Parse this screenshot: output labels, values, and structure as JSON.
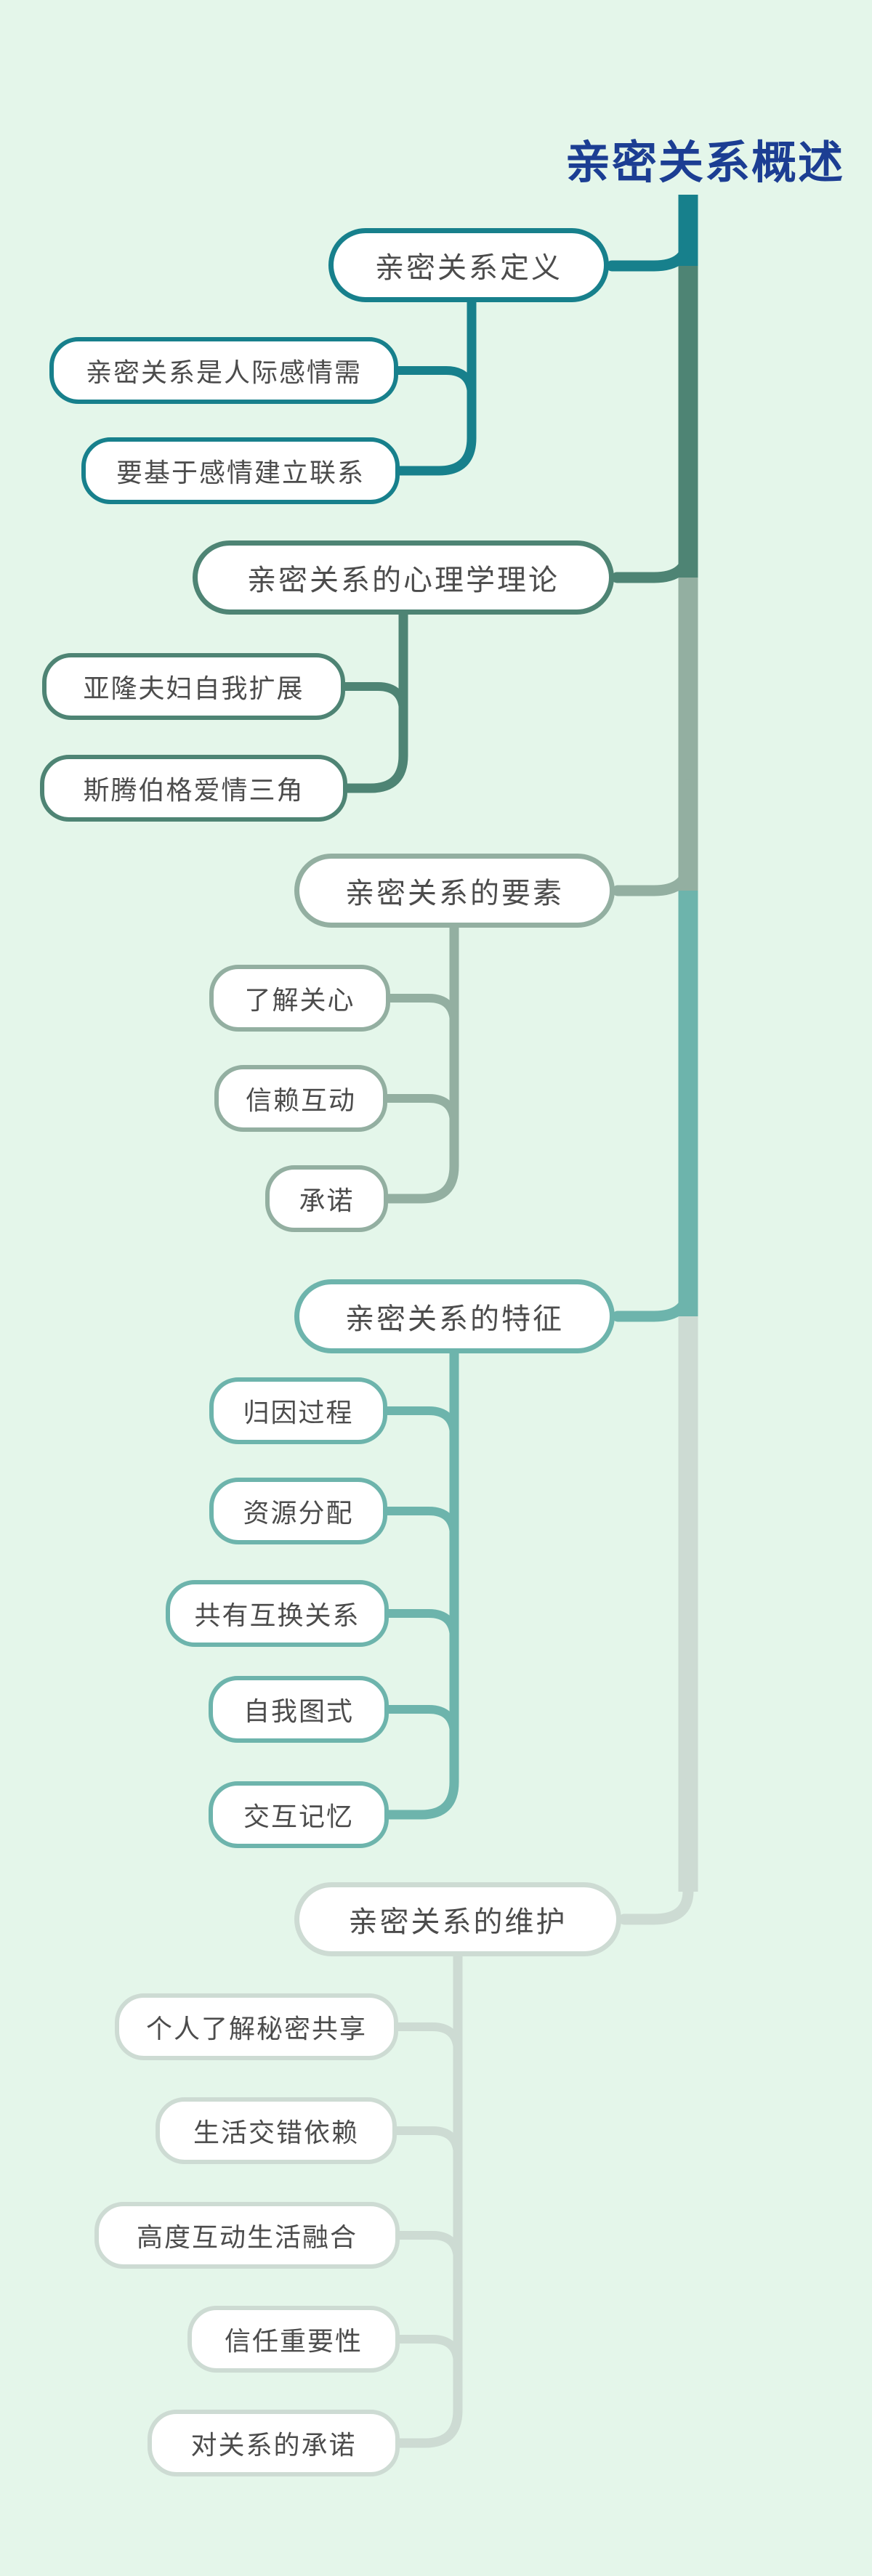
{
  "canvas": {
    "background": "#e4f6ea",
    "topic_text_color": "#4c4c4c",
    "node_fill": "#ffffff"
  },
  "title": {
    "text": "亲密关系概述",
    "color": "#1c3e93"
  },
  "branches": [
    {
      "label": "亲密关系定义",
      "color": "#17808c",
      "children": [
        "亲密关系是人际感情需",
        "要基于感情建立联系"
      ]
    },
    {
      "label": "亲密关系的心理学理论",
      "color": "#4e8474",
      "children": [
        "亚隆夫妇自我扩展",
        "斯腾伯格爱情三角"
      ]
    },
    {
      "label": "亲密关系的要素",
      "color": "#93afa1",
      "children": [
        "了解关心",
        "信赖互动",
        "承诺"
      ]
    },
    {
      "label": "亲密关系的特征",
      "color": "#6db4ac",
      "children": [
        "归因过程",
        "资源分配",
        "共有互换关系",
        "自我图式",
        "交互记忆"
      ]
    },
    {
      "label": "亲密关系的维护",
      "color": "#cddbd3",
      "children": [
        "个人了解秘密共享",
        "生活交错依赖",
        "高度互动生活融合",
        "信任重要性",
        "对关系的承诺"
      ]
    }
  ]
}
